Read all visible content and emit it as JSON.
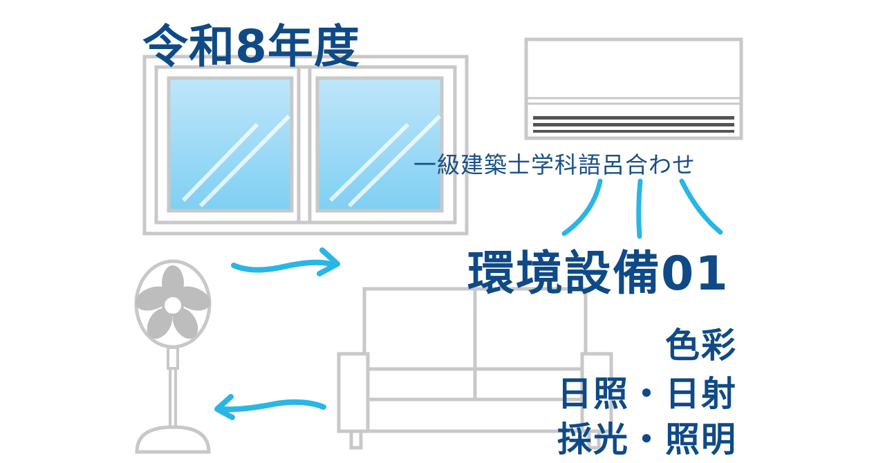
{
  "title_year": "令和8年度",
  "subtitle": "一級建築士学科語呂合わせ",
  "main_title": "環境設備01",
  "topics": [
    "色彩",
    "日照・日射",
    "採光・照明"
  ],
  "colors": {
    "title_blue": "#0f4a86",
    "accent_cyan": "#29b6e6",
    "glass_blue": "#8fd3f4",
    "line_gray": "#c8c8c8",
    "dark_gray": "#555555"
  },
  "icons": [
    "window-icon",
    "air-conditioner-icon",
    "electric-fan-icon",
    "sofa-icon",
    "airflow-arrow-icon"
  ]
}
